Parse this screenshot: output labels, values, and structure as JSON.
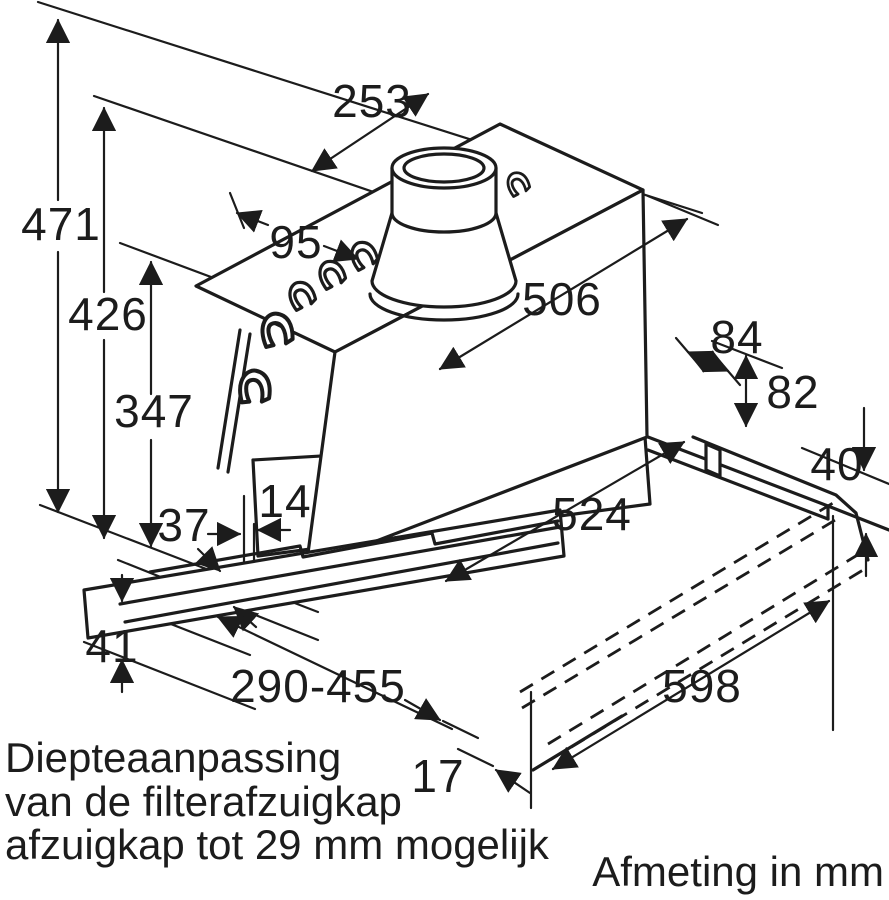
{
  "figure": {
    "type": "technical-dimension-diagram",
    "subject": "telescopic built-in extractor hood, isometric view with dimension callouts",
    "units_label": "Afmeting in mm",
    "caption_lines": [
      "Diepteaanpassing",
      "van de filterafzuigkap",
      "afzuigkap tot 29 mm mogelijk"
    ],
    "dims": {
      "d253": "253",
      "d471": "471",
      "d426": "426",
      "d347": "347",
      "d95": "95",
      "d506": "506",
      "d84": "84",
      "d82": "82",
      "d40": "40",
      "d524": "524",
      "d37": "37",
      "d14": "14",
      "d41": "41",
      "d290_455": "290-455",
      "d598": "598",
      "d17": "17"
    },
    "colors": {
      "line": "#1c1c1c",
      "bg": "#ffffff"
    }
  }
}
